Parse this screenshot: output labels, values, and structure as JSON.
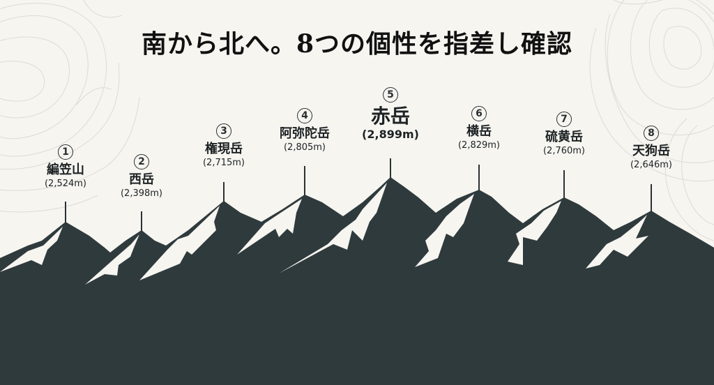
{
  "title": "南から北へ。8つの個性を指差し確認",
  "colors": {
    "background": "#f6f5f0",
    "mountain": "#2f3a3d",
    "snow": "#f6f5f0",
    "contour": "#d9d8d2",
    "text": "#1d2224"
  },
  "peaks": [
    {
      "index": "1",
      "circled": "①",
      "name": "編笠山",
      "elevation": "(2,524m)",
      "elevation_m": 2524
    },
    {
      "index": "2",
      "circled": "②",
      "name": "西岳",
      "elevation": "(2,398m)",
      "elevation_m": 2398
    },
    {
      "index": "3",
      "circled": "③",
      "name": "権現岳",
      "elevation": "(2,715m)",
      "elevation_m": 2715
    },
    {
      "index": "4",
      "circled": "④",
      "name": "阿弥陀岳",
      "elevation": "(2,805m)",
      "elevation_m": 2805
    },
    {
      "index": "5",
      "circled": "⑤",
      "name": "赤岳",
      "elevation": "(2,899m)",
      "elevation_m": 2899,
      "highlight": true
    },
    {
      "index": "6",
      "circled": "⑥",
      "name": "横岳",
      "elevation": "(2,829m)",
      "elevation_m": 2829
    },
    {
      "index": "7",
      "circled": "⑦",
      "name": "硫黄岳",
      "elevation": "(2,760m)",
      "elevation_m": 2760
    },
    {
      "index": "8",
      "circled": "⑧",
      "name": "天狗岳",
      "elevation": "(2,646m)",
      "elevation_m": 2646
    }
  ]
}
